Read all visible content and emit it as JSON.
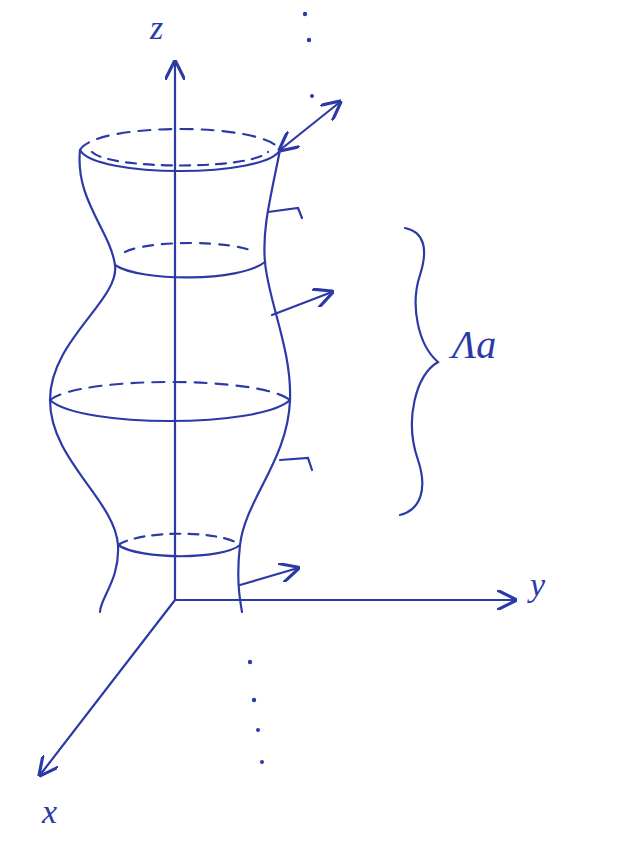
{
  "diagram": {
    "labels": [
      "z",
      "y",
      "x",
      "Λa"
    ]
  }
}
